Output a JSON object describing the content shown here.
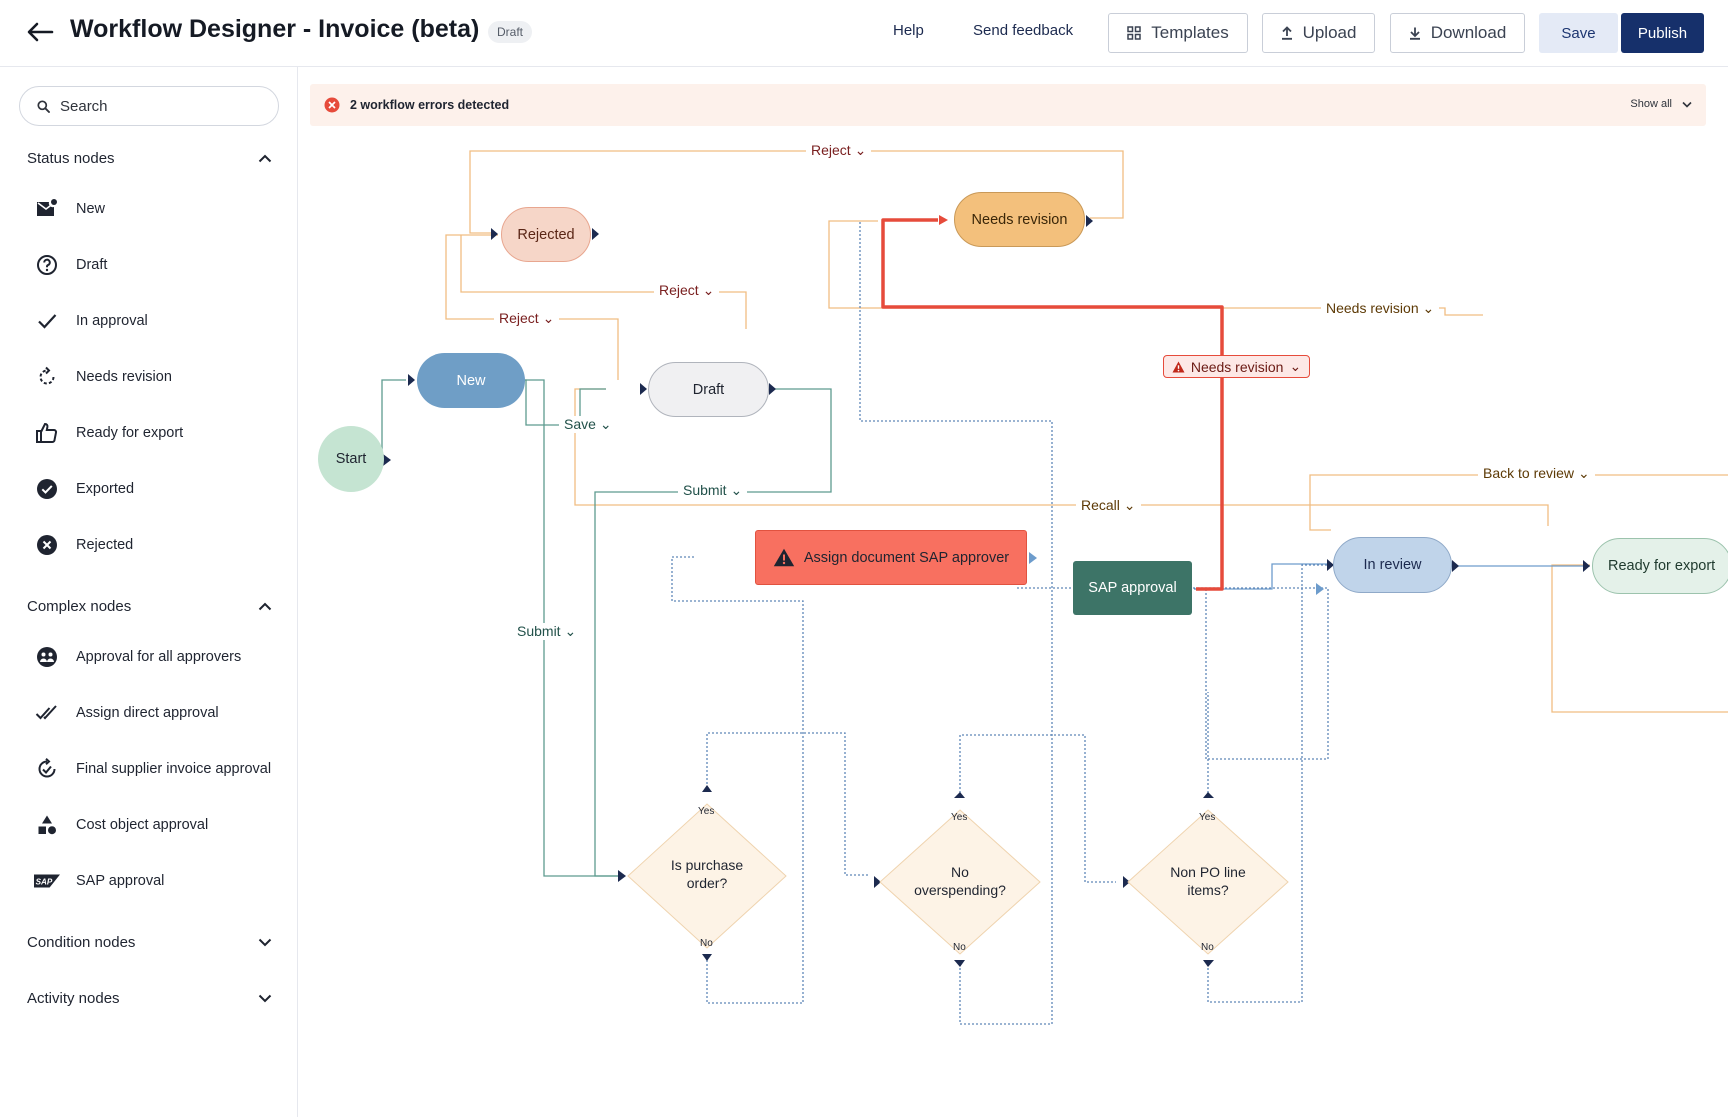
{
  "header": {
    "title": "Workflow Designer - Invoice (beta)",
    "badge": "Draft",
    "help": "Help",
    "feedback": "Send feedback",
    "templates": "Templates",
    "upload": "Upload",
    "download": "Download",
    "save": "Save",
    "publish": "Publish"
  },
  "sidebar": {
    "search_placeholder": "Search",
    "status_title": "Status nodes",
    "status_items": [
      {
        "label": "New",
        "icon": "new-mail-icon"
      },
      {
        "label": "Draft",
        "icon": "question-circle-icon"
      },
      {
        "label": "In approval",
        "icon": "check-icon"
      },
      {
        "label": "Needs revision",
        "icon": "refresh-icon"
      },
      {
        "label": "Ready for export",
        "icon": "thumbs-up-icon"
      },
      {
        "label": "Exported",
        "icon": "check-circle-icon"
      },
      {
        "label": "Rejected",
        "icon": "x-circle-icon"
      }
    ],
    "complex_title": "Complex nodes",
    "complex_items": [
      {
        "label": "Approval for all approvers",
        "icon": "group-icon"
      },
      {
        "label": "Assign direct approval",
        "icon": "double-check-icon"
      },
      {
        "label": "Final supplier invoice approval",
        "icon": "refresh-check-icon"
      },
      {
        "label": "Cost object approval",
        "icon": "shapes-icon"
      },
      {
        "label": "SAP approval",
        "icon": "sap-logo-icon"
      }
    ],
    "condition_title": "Condition nodes",
    "activity_title": "Activity nodes"
  },
  "canvas": {
    "error_text": "2 workflow errors detected",
    "show_all": "Show all",
    "nodes": {
      "start": "Start",
      "new": "New",
      "draft": "Draft",
      "rejected": "Rejected",
      "needs_revision": "Needs revision",
      "assign_sap": "Assign document SAP approver",
      "sap_approval": "SAP approval",
      "in_review": "In review",
      "ready_export": "Ready for export",
      "cond_po": "Is purchase order?",
      "cond_overspend": "No overspending?",
      "cond_nonpo": "Non PO line items?"
    },
    "edge_labels": {
      "reject_top": "Reject",
      "reject_mid": "Reject",
      "reject_low": "Reject",
      "save": "Save",
      "submit_1": "Submit",
      "submit_2": "Submit",
      "needs_revision": "Needs revision",
      "needs_revision_error": "Needs revision",
      "back_to_review": "Back to review",
      "recall": "Recall"
    },
    "yes": "Yes",
    "no": "No"
  },
  "colors": {
    "primary": "#16306b",
    "error": "#e64b3b",
    "orange_edge": "#f0bd82",
    "green_edge": "#5d9b8f",
    "blue_dotted": "#5f87b8"
  }
}
